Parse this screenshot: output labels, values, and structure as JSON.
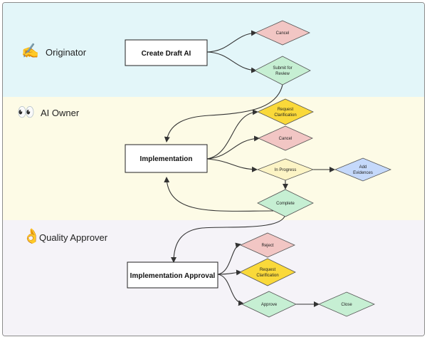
{
  "lanes": {
    "originator": {
      "label": "Originator",
      "icon": "writing-hand-icon"
    },
    "owner": {
      "label": "AI Owner",
      "icon": "eyes-icon"
    },
    "approver": {
      "label": "Quality Approver",
      "icon": "ok-hand-icon"
    }
  },
  "boxes": {
    "create": "Create Draft AI",
    "implementation": "Implementation",
    "approval": "Implementation Approval"
  },
  "decisions": {
    "cancel1": "Cancel",
    "submit": [
      "Submit for",
      "Review"
    ],
    "request1": [
      "Request",
      "Clarification"
    ],
    "cancel2": "Cancel",
    "progress": "In Progress",
    "evidences": [
      "Add",
      "Evidences"
    ],
    "complete": "Complete",
    "reject": "Reject",
    "request2": [
      "Request",
      "Clarification"
    ],
    "approve": "Approve",
    "close": "Close"
  },
  "colors": {
    "cancel_red": "#f2c6c4",
    "submit_green": "#c6efd3",
    "request_yellow": "#fad93a",
    "progress_yellow": "#fcf4c5",
    "evidence_blue": "#c5d9fb",
    "lane_blue": "#e3f6f9",
    "lane_yellow": "#fdfbe6",
    "lane_lilac": "#f5f3f8"
  }
}
